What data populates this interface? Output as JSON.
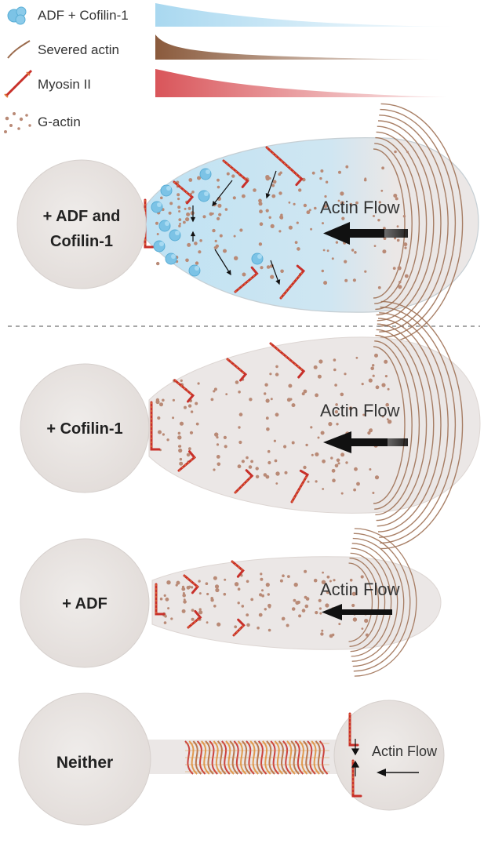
{
  "legend": {
    "items": [
      {
        "label": "ADF + Cofilin-1",
        "icon": "adf-cofilin-cluster-icon",
        "color": "#9fd3ee"
      },
      {
        "label": "Severed actin",
        "icon": "severed-actin-strand-icon",
        "color": "#9a6a4c"
      },
      {
        "label": "Myosin II",
        "icon": "myosin-ii-filament-icon",
        "color": "#c8302a"
      },
      {
        "label": "G-actin",
        "icon": "g-actin-dots-icon",
        "color": "#b98a76"
      }
    ]
  },
  "panels": [
    {
      "label_line1": "+ ADF and",
      "label_line2": "Cofilin-1",
      "flow_label": "Actin Flow"
    },
    {
      "label_line1": "+ Cofilin-1",
      "flow_label": "Actin Flow"
    },
    {
      "label_line1": "+ ADF",
      "flow_label": "Actin Flow"
    },
    {
      "label_line1": "Neither",
      "flow_label": "Actin Flow"
    }
  ],
  "colors": {
    "soma": "#eae6e4",
    "soma_edge": "#d6d0cd",
    "actin": "#9a6a4c",
    "myosin": "#c8302a",
    "blue_tint": "#bfe2f3",
    "arrow": "#111111"
  }
}
